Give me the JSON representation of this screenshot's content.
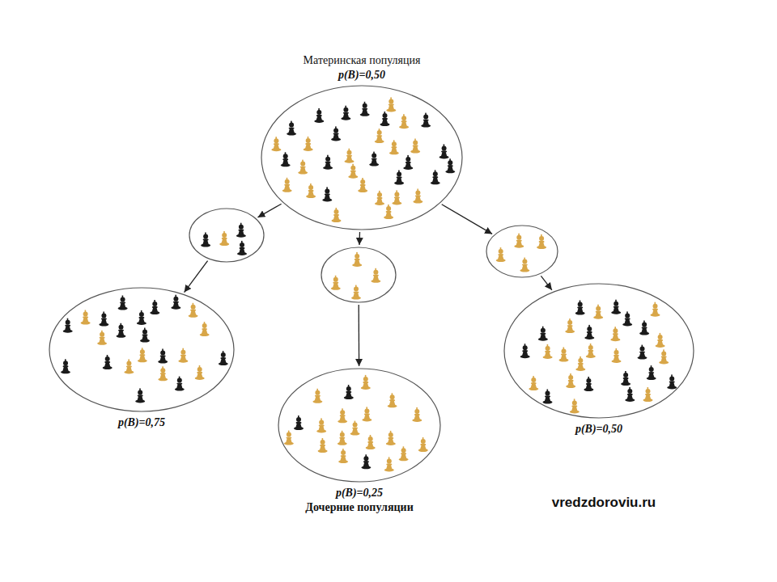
{
  "diagram": {
    "nodes": [
      {
        "text": [
          "Материнская популяция",
          "p(B)=0,50"
        ]
      },
      {
        "text": []
      },
      {
        "text": []
      },
      {
        "text": []
      },
      {
        "text": [
          "p(B)=0,75"
        ]
      },
      {
        "text": [
          "p(B)=0,25"
        ]
      },
      {
        "text": [
          "p(B)=0,50"
        ]
      }
    ],
    "edges": [
      {
        "from": 0,
        "to": 1,
        "arrow": "to"
      },
      {
        "from": 0,
        "to": 2,
        "arrow": "to"
      },
      {
        "from": 0,
        "to": 3,
        "arrow": "to"
      },
      {
        "from": 1,
        "to": 4,
        "arrow": "to"
      },
      {
        "from": 2,
        "to": 5,
        "arrow": "to"
      },
      {
        "from": 3,
        "to": 6,
        "arrow": "to"
      }
    ],
    "labels": [
      "Дочерние популяции",
      "vredzdoroviu.ru"
    ]
  }
}
